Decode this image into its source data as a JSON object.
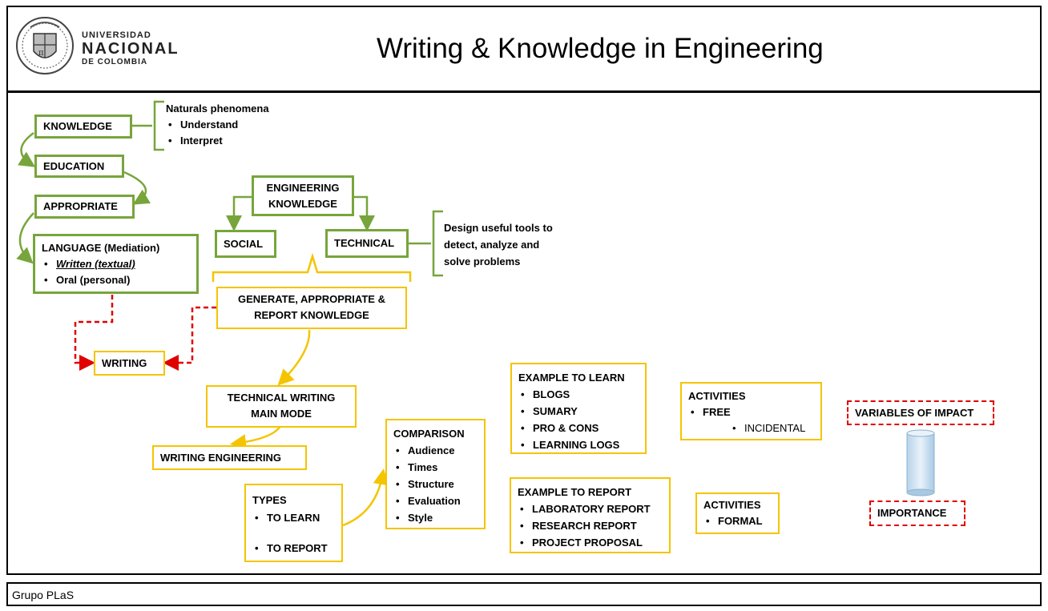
{
  "header": {
    "university_line1": "UNIVERSIDAD",
    "university_line2": "NACIONAL",
    "university_line3": "DE COLOMBIA",
    "title": "Writing & Knowledge in Engineering"
  },
  "left_chain": {
    "knowledge": "KNOWLEDGE",
    "education": "EDUCATION",
    "appropriate": "APPROPRIATE",
    "language_title": "LANGUAGE (Mediation)",
    "language_items": [
      "Written (textual)",
      "Oral (personal)"
    ]
  },
  "phenomena": {
    "title": "Naturals phenomena",
    "items": [
      "Understand",
      "Interpret"
    ]
  },
  "engineering": {
    "knowledge_line1": "ENGINEERING",
    "knowledge_line2": "KNOWLEDGE",
    "social": "SOCIAL",
    "technical": "TECHNICAL",
    "design_line1": "Design useful tools to",
    "design_line2": "detect, analyze and",
    "design_line3": "solve problems"
  },
  "generate": {
    "line1": "GENERATE, APPROPRIATE &",
    "line2": "REPORT KNOWLEDGE"
  },
  "writing": "WRITING",
  "technical_writing": {
    "line1": "TECHNICAL WRITING",
    "line2": "MAIN MODE"
  },
  "writing_engineering": "WRITING ENGINEERING",
  "types": {
    "title": "TYPES",
    "items": [
      "TO LEARN",
      "TO REPORT"
    ]
  },
  "comparison": {
    "title": "COMPARISON",
    "items": [
      "Audience",
      "Times",
      "Structure",
      "Evaluation",
      "Style"
    ]
  },
  "example_learn": {
    "title": "EXAMPLE TO LEARN",
    "items": [
      "BLOGS",
      "SUMARY",
      "PRO & CONS",
      "LEARNING LOGS"
    ]
  },
  "example_report": {
    "title": "EXAMPLE TO REPORT",
    "items": [
      "LABORATORY REPORT",
      "RESEARCH REPORT",
      "PROJECT PROPOSAL"
    ]
  },
  "activities_free": {
    "title": "ACTIVITIES",
    "item": "FREE",
    "subitem": "INCIDENTAL"
  },
  "activities_formal": {
    "title": "ACTIVITIES",
    "item": "FORMAL"
  },
  "variables": "VARIABLES OF IMPACT",
  "importance": "IMPORTANCE",
  "footer": "Grupo PLaS",
  "colors": {
    "green": "#77a53c",
    "yellow": "#f5c400",
    "red": "#e00000"
  }
}
